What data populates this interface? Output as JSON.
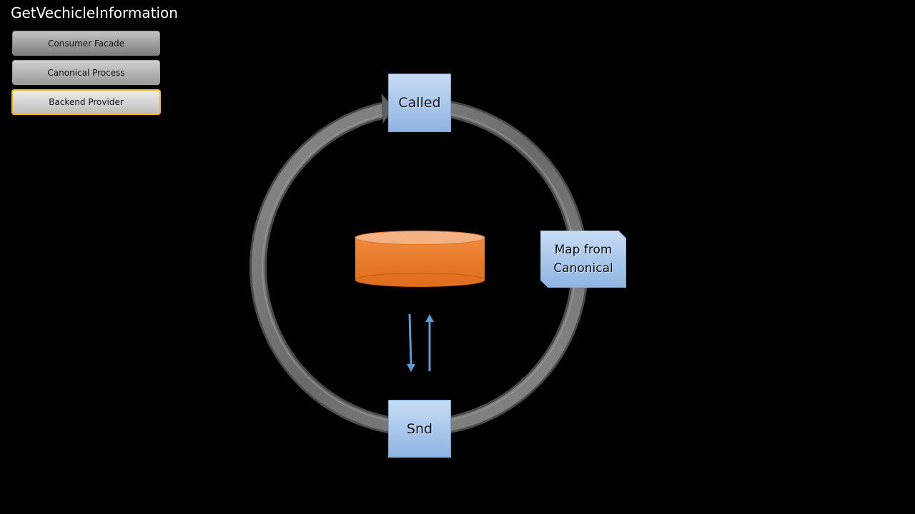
{
  "page": {
    "title": "GetVechicleInformation"
  },
  "layers": {
    "consumer_facade": "Consumer Facade",
    "canonical_process": "Canonical Process",
    "backend_provider": "Backend Provider",
    "active": "Backend Provider",
    "highlight_color": "#f0b820"
  },
  "diagram": {
    "called_label": "Called",
    "map_label": "Map from\nCanonical",
    "snd_label": "Snd",
    "node_color": "#a9c8ee",
    "cycle_color": "#7a7a7a",
    "database_color": "#ed7d31",
    "arrow_color": "#5b9bd5"
  }
}
